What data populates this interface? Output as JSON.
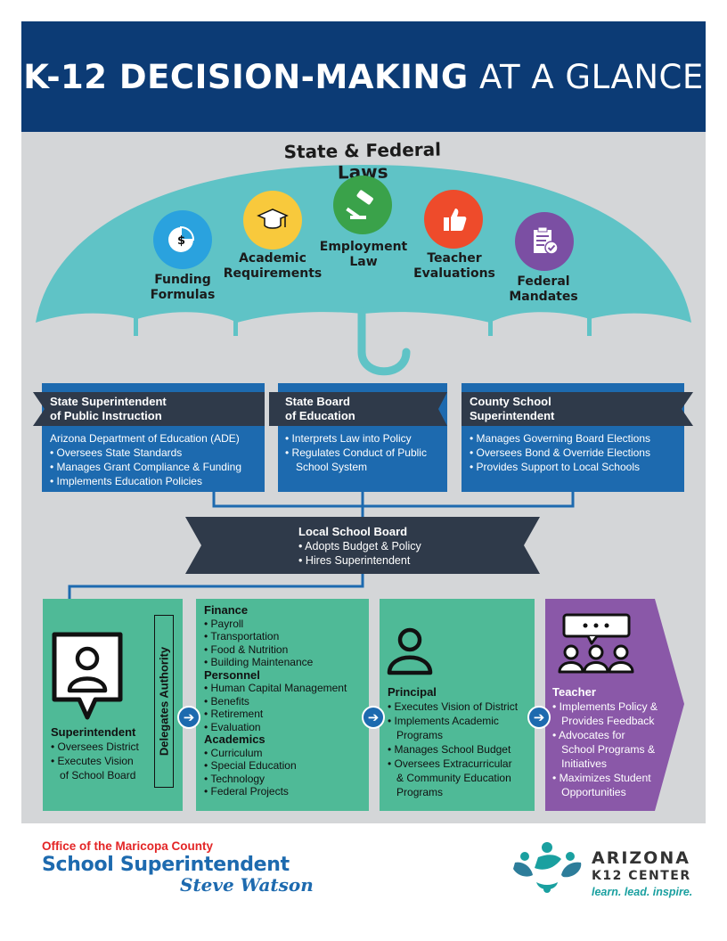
{
  "header": {
    "title_bold": "K-12 DECISION-MAKING",
    "title_light": "AT A GLANCE"
  },
  "umbrella": {
    "title": "State & Federal Laws",
    "items": [
      {
        "label_line1": "Funding",
        "label_line2": "Formulas",
        "color": "#2aa2de",
        "icon": "pie-chart-money-icon"
      },
      {
        "label_line1": "Academic",
        "label_line2": "Requirements",
        "color": "#f8c93c",
        "icon": "graduation-cap-icon"
      },
      {
        "label_line1": "Employment",
        "label_line2": "Law",
        "color": "#3aa24a",
        "icon": "gavel-icon"
      },
      {
        "label_line1": "Teacher",
        "label_line2": "Evaluations",
        "color": "#ee4b2b",
        "icon": "thumbs-up-icon"
      },
      {
        "label_line1": "Federal",
        "label_line2": "Mandates",
        "color": "#7b4fa3",
        "icon": "checklist-icon"
      }
    ],
    "canopy_color": "#5fc3c6"
  },
  "state_superintendent": {
    "title_line1": "State Superintendent",
    "title_line2": "of Public Instruction",
    "lines": [
      "Arizona Department of Education (ADE)",
      "Oversees State Standards",
      "Manages Grant Compliance & Funding",
      "Implements Education Policies"
    ]
  },
  "state_board": {
    "title_line1": "State Board",
    "title_line2": "of Education",
    "lines": [
      "Interprets Law into Policy",
      "Regulates Conduct of Public",
      "School System"
    ]
  },
  "county_superintendent": {
    "title_line1": "County School",
    "title_line2": "Superintendent",
    "lines": [
      "Manages Governing Board Elections",
      "Oversees Bond & Override Elections",
      "Provides Support to Local Schools"
    ]
  },
  "local_board": {
    "title": "Local School Board",
    "lines": [
      "Adopts Budget & Policy",
      "Hires Superintendent"
    ]
  },
  "superintendent": {
    "title": "Superintendent",
    "lines": [
      "Oversees District",
      "Executes Vision",
      "of School Board"
    ],
    "delegates": "Delegates Authority",
    "icon": "person-speech-icon"
  },
  "departments": {
    "finance": {
      "title": "Finance",
      "items": [
        "Payroll",
        "Transportation",
        "Food & Nutrition",
        "Building Maintenance"
      ]
    },
    "personnel": {
      "title": "Personnel",
      "items": [
        "Human Capital Management",
        "Benefits",
        "Retirement",
        "Evaluation"
      ]
    },
    "academics": {
      "title": "Academics",
      "items": [
        "Curriculum",
        "Special Education",
        "Technology",
        "Federal Projects"
      ]
    }
  },
  "principal": {
    "title": "Principal",
    "lines": [
      "Executes Vision of District",
      "Implements Academic",
      "Programs",
      "Manages School Budget",
      "Oversees Extracurricular",
      "& Community Education",
      "Programs"
    ],
    "icon": "person-icon"
  },
  "teacher": {
    "title": "Teacher",
    "lines": [
      "Implements Policy &",
      "Provides Feedback",
      "Advocates for",
      "School Programs &",
      "Initiatives",
      "Maximizes Student",
      "Opportunities"
    ],
    "icon": "classroom-icon"
  },
  "footer": {
    "office_line": "Office of the Maricopa County",
    "org_line": "School Superintendent",
    "name_line": "Steve Watson",
    "az_name1": "ARIZONA",
    "az_name2": "K12 CENTER",
    "az_tagline": "learn. lead. inspire."
  },
  "colors": {
    "navy": "#0c3b75",
    "blue": "#1d6aaf",
    "dark_banner": "#2f3a4a",
    "green": "#4fba97",
    "purple": "#8a58a8",
    "teal": "#5fc3c6"
  }
}
